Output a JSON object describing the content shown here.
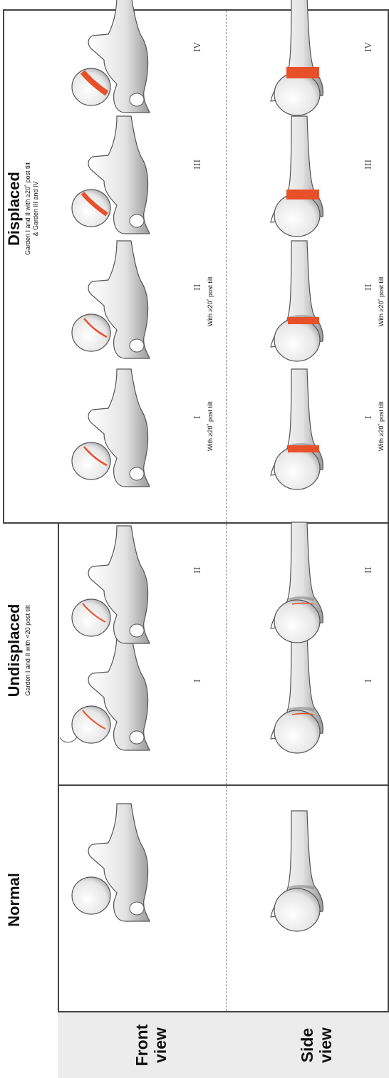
{
  "row_labels": {
    "front": "Front view",
    "side": "Side view"
  },
  "columns": {
    "normal": {
      "title": "Normal"
    },
    "undisplaced": {
      "title": "Undisplaced",
      "subtitle": "Garden I and II with <20 post tilt"
    },
    "displaced": {
      "title": "Displaced",
      "subtitle_1": "Garden I and II with ≥20˚ post tilt",
      "subtitle_2": "& Garden III and IV"
    }
  },
  "grades": {
    "i": "I",
    "ii": "II",
    "iii": "III",
    "iv": "IV"
  },
  "notes": {
    "tilt": "With ≥20˚ post tilt"
  },
  "colors": {
    "fracture": "#e8502a",
    "panel_bg": "#ececec",
    "border": "#444444"
  }
}
